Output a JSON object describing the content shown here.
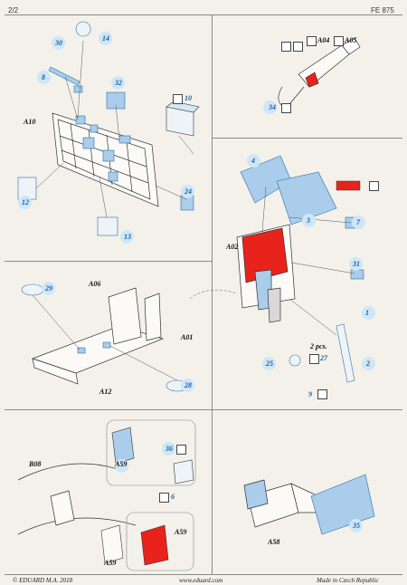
{
  "header": {
    "page": "2/2",
    "code": "FE 875"
  },
  "footer": {
    "copyright": "© EDUARD  M.A. 2018",
    "website": "www.eduard.com",
    "origin": "Made in Czech Republic"
  },
  "colors": {
    "etch_blue": "#a9cdea",
    "number_blue": "#1a5fa8",
    "paint_red": "#e8231c",
    "paper": "#f3f1ea"
  },
  "labels": {
    "n30": "30",
    "n14": "14",
    "n8": "8",
    "n32": "32",
    "n10": "10",
    "a10": "A10",
    "n12": "12",
    "n24": "24",
    "n13": "13",
    "a04": "A04",
    "a05": "A05",
    "n34": "34",
    "n4": "4",
    "n3": "3",
    "n7": "7",
    "a02": "A02",
    "n31": "31",
    "n1": "1",
    "two_pcs": "2 pcs.",
    "n27": "27",
    "n2": "2",
    "n25": "25",
    "n9": "9",
    "n29": "29",
    "a06": "A06",
    "a01": "A01",
    "a12": "A12",
    "n28": "28",
    "b08": "B08",
    "a59a": "A59",
    "n36": "36",
    "n6": "6",
    "a59b": "A59",
    "a59c": "A59",
    "a58": "A58",
    "n35": "35"
  }
}
